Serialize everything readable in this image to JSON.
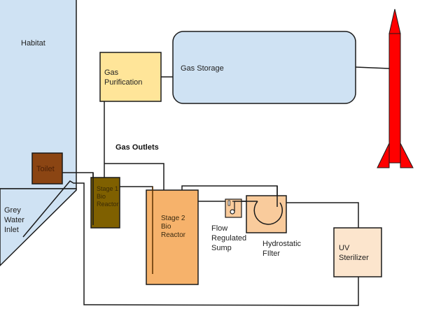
{
  "diagram": {
    "habitat": {
      "label": "Habitat",
      "color": "#cfe2f3"
    },
    "grey_water_inlet": {
      "lines": [
        "Grey",
        "Water",
        "Inlet"
      ]
    },
    "toilet": {
      "label": "Toilet",
      "color": "#8b4513"
    },
    "stage1": {
      "lines": [
        "Stage 1",
        "Bio",
        "Reactor"
      ],
      "color": "#7f6000"
    },
    "stage2": {
      "lines": [
        "Stage 2",
        "Bio",
        "Reactor"
      ],
      "color": "#f6b26b"
    },
    "gas_purification": {
      "lines": [
        "Gas",
        "Purification"
      ],
      "color": "#ffe599"
    },
    "gas_storage": {
      "label": "Gas Storage",
      "color": "#cfe2f3"
    },
    "gas_outlets": {
      "label": "Gas Outlets"
    },
    "flow_sump": {
      "lines": [
        "Flow",
        "Regulated",
        "Sump"
      ],
      "color": "#f9cb9c"
    },
    "hydrostatic_filter": {
      "lines": [
        "Hydrostatic",
        "FIlter"
      ],
      "color": "#f9cb9c"
    },
    "uv_sterilizer": {
      "lines": [
        "UV",
        "Sterilizer"
      ],
      "color": "#fce5cd"
    },
    "rocket": {
      "color": "#ff0000"
    }
  }
}
